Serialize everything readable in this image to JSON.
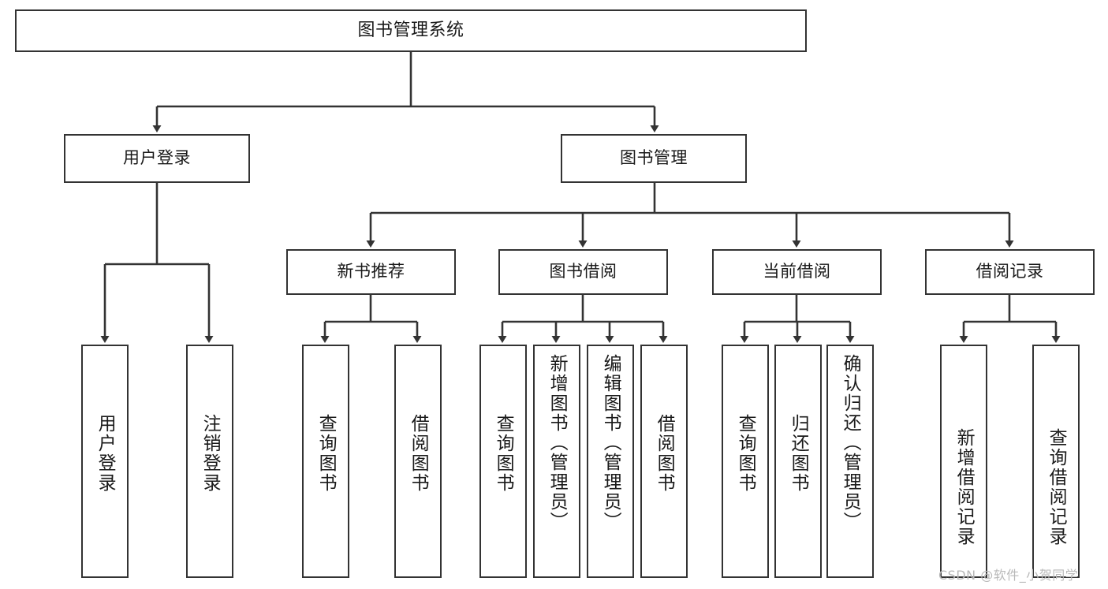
{
  "diagram": {
    "type": "hierarchy-tree",
    "title": "图书管理系统",
    "watermark": "CSDN @软件_小贺同学",
    "colors": {
      "stroke": "#333333",
      "fill": "#ffffff",
      "text": "#1a1a1a",
      "watermark": "#b9b9b9"
    },
    "levels": {
      "root": {
        "label": "图书管理系统"
      },
      "level2": [
        {
          "id": "user-login",
          "label": "用户登录"
        },
        {
          "id": "book-management",
          "label": "图书管理"
        }
      ],
      "level3": [
        {
          "id": "new-book-recommend",
          "label": "新书推荐",
          "parent": "book-management"
        },
        {
          "id": "book-borrow",
          "label": "图书借阅",
          "parent": "book-management"
        },
        {
          "id": "current-borrow",
          "label": "当前借阅",
          "parent": "book-management"
        },
        {
          "id": "borrow-record",
          "label": "借阅记录",
          "parent": "book-management"
        }
      ],
      "leaves": [
        {
          "id": "leaf-user-login",
          "label": "用户登录",
          "parent": "user-login"
        },
        {
          "id": "leaf-logout-login",
          "label": "注销登录",
          "parent": "user-login"
        },
        {
          "id": "leaf-query-book-1",
          "label": "查询图书",
          "parent": "new-book-recommend"
        },
        {
          "id": "leaf-borrow-book-1",
          "label": "借阅图书",
          "parent": "new-book-recommend"
        },
        {
          "id": "leaf-query-book-2",
          "label": "查询图书",
          "parent": "book-borrow"
        },
        {
          "id": "leaf-add-book",
          "label": "新增图书（管理员）",
          "parent": "book-borrow"
        },
        {
          "id": "leaf-edit-book",
          "label": "编辑图书（管理员）",
          "parent": "book-borrow"
        },
        {
          "id": "leaf-borrow-book-2",
          "label": "借阅图书",
          "parent": "book-borrow"
        },
        {
          "id": "leaf-query-book-3",
          "label": "查询图书",
          "parent": "current-borrow"
        },
        {
          "id": "leaf-return-book",
          "label": "归还图书",
          "parent": "current-borrow"
        },
        {
          "id": "leaf-confirm-return",
          "label": "确认归还（管理员）",
          "parent": "current-borrow"
        },
        {
          "id": "leaf-add-record",
          "label": "新增借阅记录",
          "parent": "borrow-record"
        },
        {
          "id": "leaf-query-record",
          "label": "查询借阅记录",
          "parent": "borrow-record"
        }
      ]
    }
  }
}
